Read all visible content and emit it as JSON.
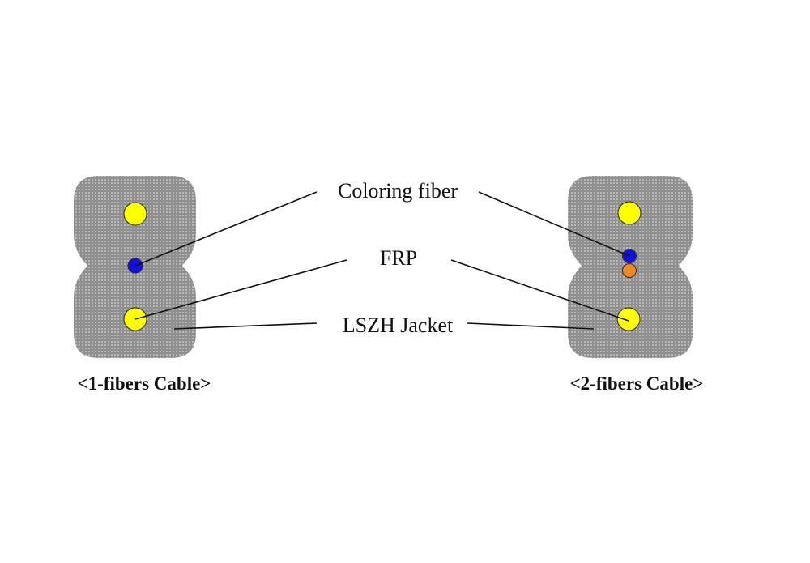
{
  "labels": {
    "coloring_fiber": "Coloring fiber",
    "frp": "FRP",
    "lszh_jacket": "LSZH Jacket"
  },
  "cables": [
    {
      "caption": "<1-fibers Cable>",
      "fiber_count": 1,
      "fiber_colors": [
        "#1010e0"
      ]
    },
    {
      "caption": "<2-fibers Cable>",
      "fiber_count": 2,
      "fiber_colors": [
        "#1010e0",
        "#f08a1c"
      ]
    }
  ],
  "colors": {
    "frp": "#ffff00",
    "jacket": "#8f8f8f",
    "jacket_dots": "#c4c4c4",
    "leader_lines": "#111111"
  }
}
